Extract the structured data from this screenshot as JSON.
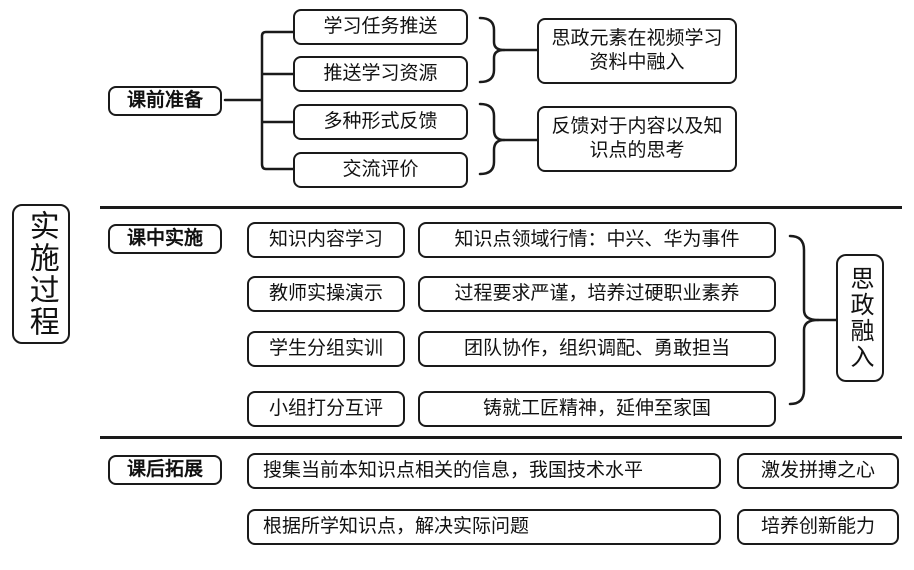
{
  "title": "实施过程",
  "pre_class": {
    "label": "课前准备",
    "items": [
      "学习任务推送",
      "推送学习资源",
      "多种形式反馈",
      "交流评价"
    ],
    "outcomes": [
      "思政元素在视频学习资料中融入",
      "反馈对于内容以及知识点的思考"
    ]
  },
  "in_class": {
    "label": "课中实施",
    "items": [
      "知识内容学习",
      "教师实操演示",
      "学生分组实训",
      "小组打分互评"
    ],
    "ideology": [
      "知识点领域行情：中兴、华为事件",
      "过程要求严谨，培养过硬职业素养",
      "团队协作，组织调配、勇敢担当",
      "铸就工匠精神，延伸至家国"
    ],
    "integration": "思政融入"
  },
  "post_class": {
    "label": "课后拓展",
    "items": [
      "搜集当前本知识点相关的信息，我国技术水平",
      "根据所学知识点，解决实际问题"
    ],
    "outcomes": [
      "激发拼搏之心",
      "培养创新能力"
    ]
  }
}
